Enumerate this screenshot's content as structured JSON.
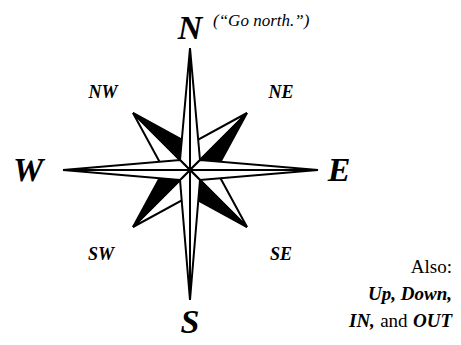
{
  "diagram": {
    "labels": [
      "N",
      "(“Go north.”)",
      "NW",
      "NE",
      "W",
      "E",
      "SW",
      "SE",
      "S",
      "Also:",
      "Up, Down,",
      "IN,",
      "and",
      "OUT"
    ]
  }
}
